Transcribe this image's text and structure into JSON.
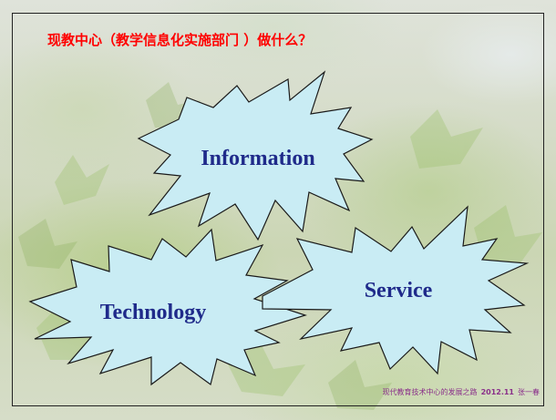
{
  "slide": {
    "title": "现教中心（教学信息化实施部门 ）做什么？",
    "bursts": [
      {
        "label": "Information"
      },
      {
        "label": "Technology"
      },
      {
        "label": "Service"
      }
    ],
    "footer": {
      "org": "现代教育技术中心的发展之路",
      "date": "2012.11",
      "author": "张一春"
    },
    "colors": {
      "title": "#ff0000",
      "burst_fill": "#c9ecf4",
      "burst_stroke": "#1a1a1a",
      "burst_text": "#1f2a8a",
      "footer_text": "#8a2f8a"
    }
  }
}
